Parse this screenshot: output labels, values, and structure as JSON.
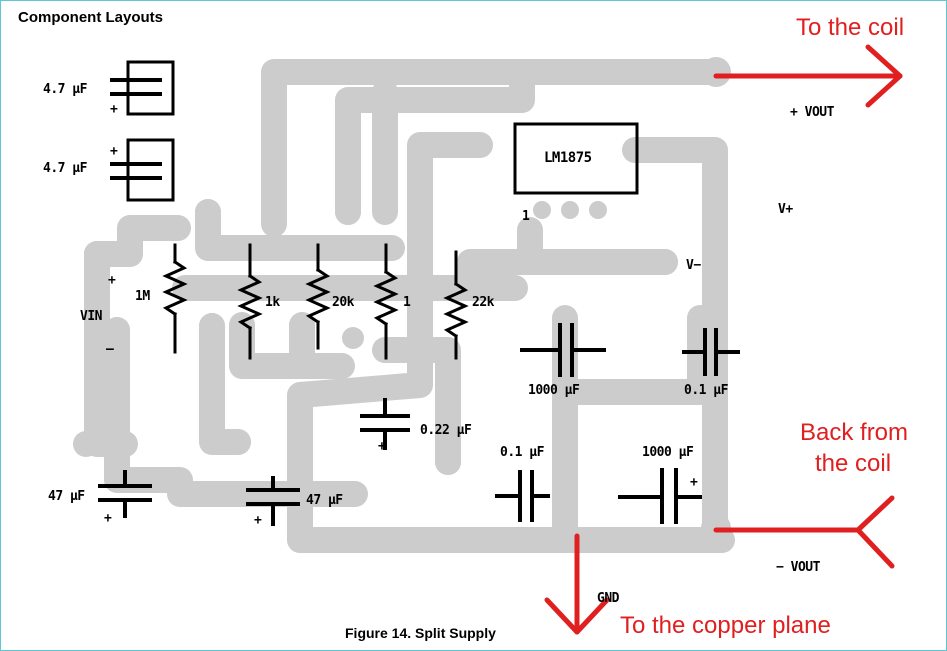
{
  "title": "Component Layouts",
  "caption": "Figure 14.  Split Supply",
  "ic_label": "LM1875",
  "ic_pin1": "1",
  "component_labels": {
    "cap_4p7_top": "4.7 μF",
    "cap_4p7_bottom": "4.7 μF",
    "plus_a": "+",
    "plus_b": "+",
    "r_1M": "1M",
    "r_1k": "1k",
    "r_20k": "20k",
    "r_1": "1",
    "r_22k": "22k",
    "cap_1000_left": "1000 μF",
    "cap_0p1_right": "0.1 μF",
    "cap_0p22": "0.22 μF",
    "cap_0p1_bottom": "0.1 μF",
    "cap_1000_bottom": "1000 μF",
    "cap_47_left": "47 μF",
    "cap_47_mid": "47 μF",
    "plus_c": "+",
    "plus_d": "+",
    "plus_e": "+"
  },
  "terminals": {
    "vin": "VIN",
    "vin_plus": "+",
    "vin_minus": "–",
    "vout_plus": "+ VOUT",
    "v_plus": "V+",
    "v_minus": "V−",
    "vout_minus": "− VOUT",
    "gnd": "GND"
  },
  "annotations": {
    "to_coil": "To the coil",
    "back_from_coil_1": "Back from",
    "back_from_coil_2": "the coil",
    "to_copper": "To the copper plane"
  },
  "colors": {
    "trace": "#cccccc",
    "annotation": "#e02020",
    "ink": "#000000",
    "frame": "#5fc6d2"
  }
}
